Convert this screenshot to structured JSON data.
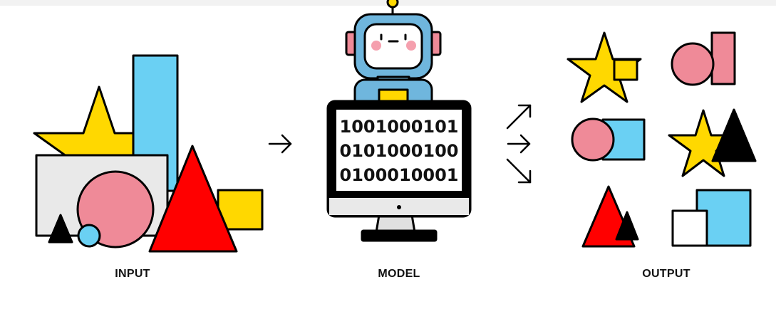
{
  "labels": {
    "input": "INPUT",
    "model": "MODEL",
    "output": "OUTPUT"
  },
  "binary_lines": [
    "1001000101",
    "0101000100",
    "0100010001"
  ],
  "colors": {
    "yellow": "#ffd800",
    "blue": "#6ad0f3",
    "pink": "#ef8a98",
    "red": "#ff0000",
    "gray": "#e9e9e9",
    "black": "#000000",
    "white": "#ffffff"
  },
  "icons": {
    "arrow_to_model": "right-arrow-icon",
    "arrows_to_output": [
      "up-right-arrow-icon",
      "right-arrow-icon",
      "down-right-arrow-icon"
    ],
    "robot": "robot-icon",
    "monitor": "computer-monitor-icon"
  }
}
